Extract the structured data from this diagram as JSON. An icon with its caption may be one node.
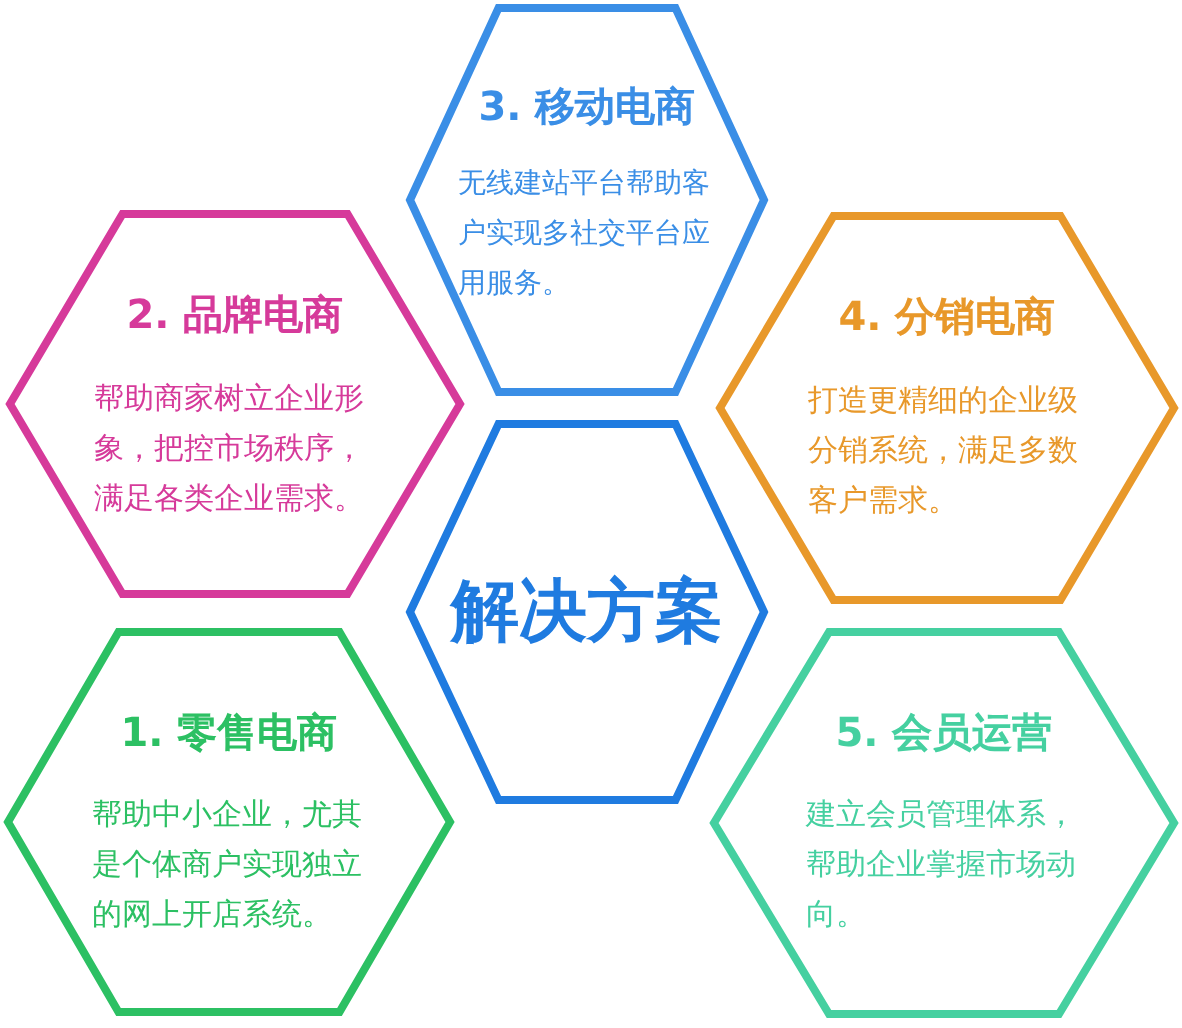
{
  "diagram": {
    "nodes": [
      {
        "text": [
          "3. 移动电商",
          "无线建站平台帮助客户实现多社交平台应用服务。"
        ]
      },
      {
        "text": [
          "2. 品牌电商",
          "帮助商家树立企业形象，把控市场秩序，满足各类企业需求。"
        ]
      },
      {
        "text": [
          "4. 分销电商",
          "打造更精细的企业级分销系统，满足多数客户需求。"
        ]
      },
      {
        "text": [
          "解决方案"
        ]
      },
      {
        "text": [
          "1. 零售电商",
          "帮助中小企业，尤其是个体商户实现独立的网上开店系统。"
        ]
      },
      {
        "text": [
          "5. 会员运营",
          "建立会员管理体系，帮助企业掌握市场动向。"
        ]
      }
    ]
  }
}
